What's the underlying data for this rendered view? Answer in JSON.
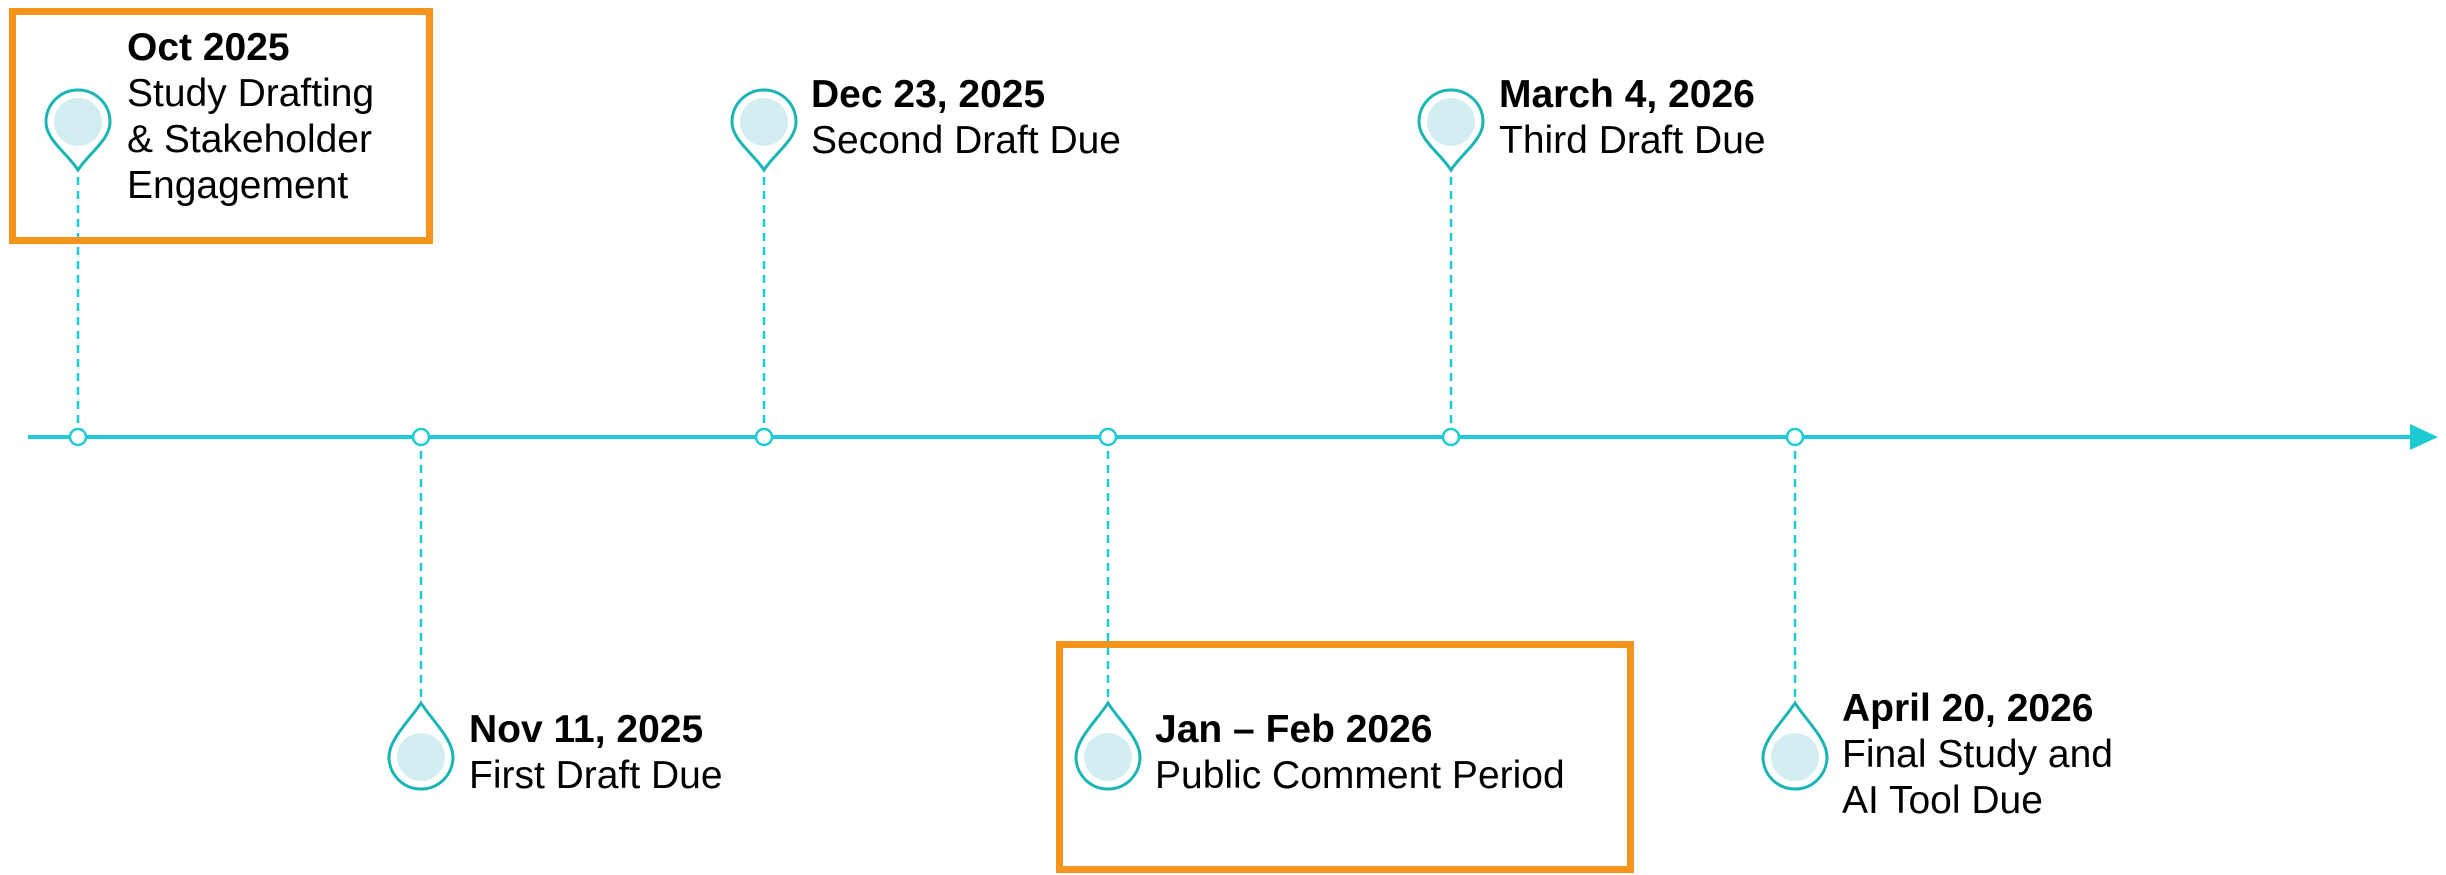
{
  "colors": {
    "timeline": "#1ECAD3",
    "pin_outline": "#1CB5B5",
    "pin_fill": "#D2EEF1",
    "highlight": "#F7941D",
    "text": "#000000"
  },
  "milestones": [
    {
      "date": "Oct 2025",
      "description": "Study Drafting & Stakeholder Engagement",
      "desc_lines": [
        "Study Drafting",
        "& Stakeholder",
        "Engagement"
      ],
      "highlighted": true
    },
    {
      "date": "Nov 11, 2025",
      "description": "First Draft Due",
      "desc_lines": [
        "First Draft Due"
      ],
      "highlighted": false
    },
    {
      "date": "Dec 23, 2025",
      "description": "Second Draft Due",
      "desc_lines": [
        "Second Draft Due"
      ],
      "highlighted": false
    },
    {
      "date": "Jan – Feb 2026",
      "description": "Public Comment Period",
      "desc_lines": [
        "Public Comment Period"
      ],
      "highlighted": true
    },
    {
      "date": "March 4, 2026",
      "description": "Third Draft Due",
      "desc_lines": [
        "Third Draft Due"
      ],
      "highlighted": false
    },
    {
      "date": "April 20, 2026",
      "description": "Final Study and AI Tool Due",
      "desc_lines": [
        "Final Study and",
        "AI Tool Due"
      ],
      "highlighted": false
    }
  ]
}
